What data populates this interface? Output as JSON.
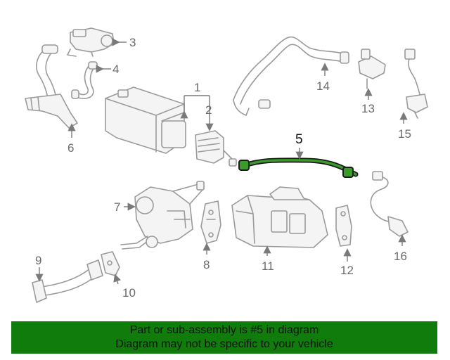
{
  "callouts": {
    "c1": "1",
    "c2": "2",
    "c3": "3",
    "c4": "4",
    "c5": "5",
    "c6": "6",
    "c7": "7",
    "c8": "8",
    "c9": "9",
    "c10": "10",
    "c11": "11",
    "c12": "12",
    "c13": "13",
    "c14": "14",
    "c15": "15",
    "c16": "16"
  },
  "highlight_part": "5",
  "colors": {
    "banner": "#107c0c",
    "highlight": "#3a9a2a",
    "line_art": "#9a9a9a"
  },
  "banner": {
    "line1": "Part or sub-assembly is #5 in diagram",
    "line2": "Diagram may not be specific to your vehicle"
  }
}
